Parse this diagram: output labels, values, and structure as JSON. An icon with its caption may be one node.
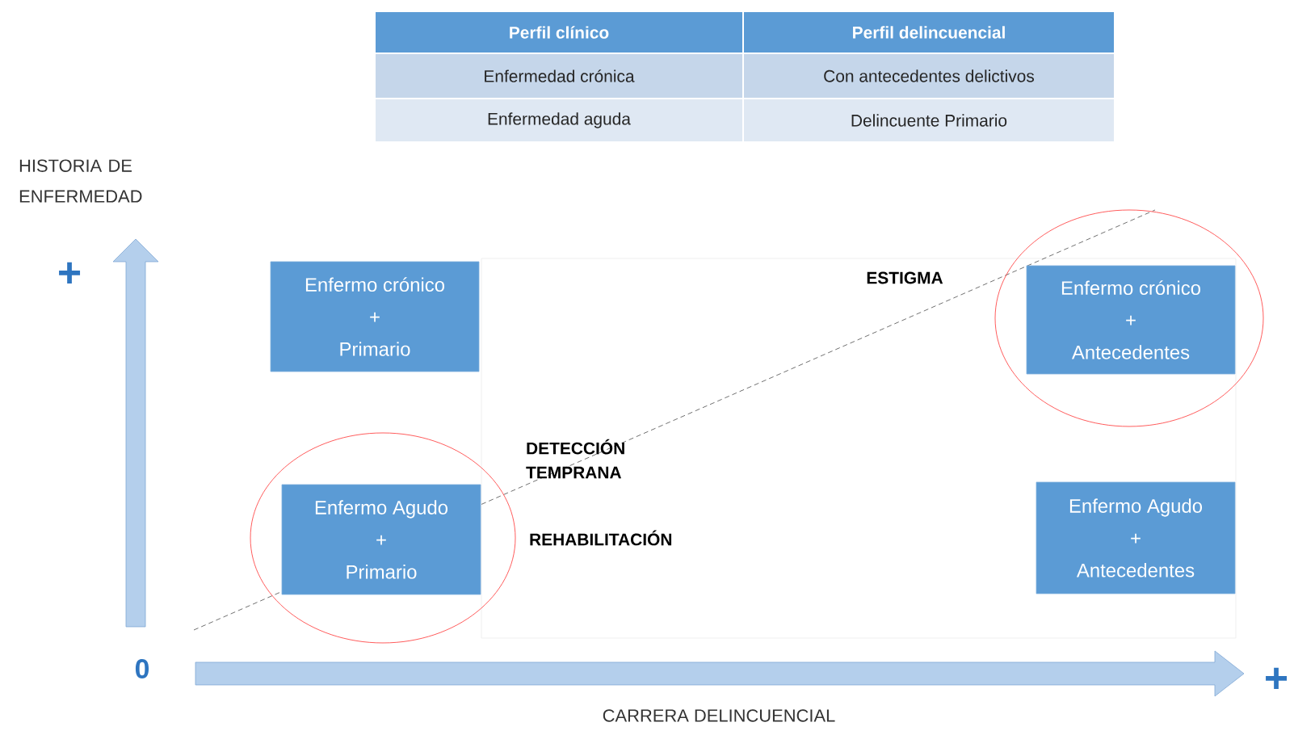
{
  "diagram": {
    "nodes": [
      {
        "text": [
          "Enfermo crónico",
          "+",
          "Primario"
        ]
      },
      {
        "text": [
          "Enfermo crónico",
          "+",
          "Antecedentes"
        ]
      },
      {
        "text": [
          "Enfermo Agudo",
          "+",
          "Primario"
        ]
      },
      {
        "text": [
          "Enfermo Agudo",
          "+",
          "Antecedentes"
        ]
      }
    ],
    "edges": [],
    "labels": [
      "Perfil clínico",
      "Perfil delincuencial",
      "Enfermedad crónica",
      "Con antecedentes delictivos",
      "Enfermedad aguda",
      "Delincuente Primario",
      "HISTORIA DE ENFERMEDAD",
      "+",
      "ESTIGMA",
      "DETECCIÓN TEMPRANA",
      "REHABILITACIÓN",
      "0",
      "CARRERA DELINCUENCIAL",
      "+"
    ]
  }
}
